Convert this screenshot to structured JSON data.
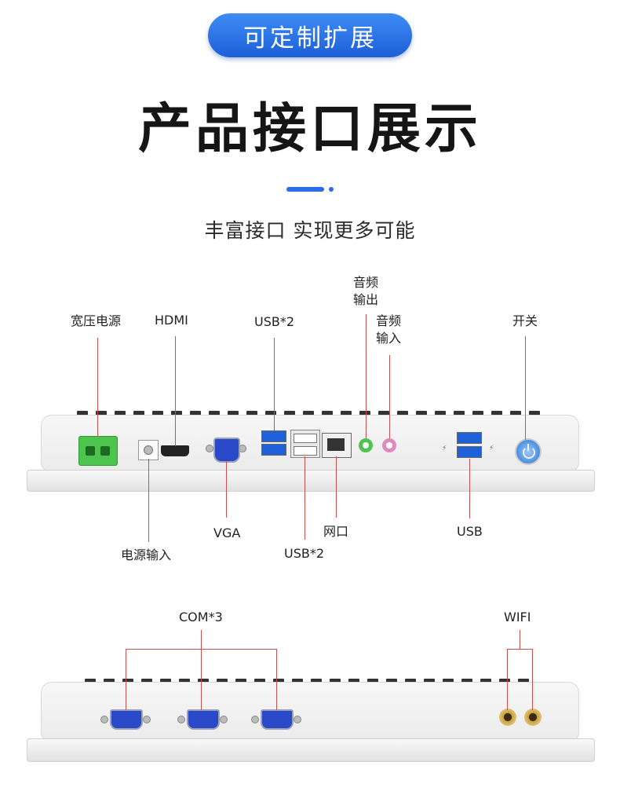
{
  "header": {
    "badge": "可定制扩展",
    "title": "产品接口展示",
    "subtitle": "丰富接口 实现更多可能"
  },
  "top_panel_labels": {
    "wide_voltage_power": "宽压电源",
    "hdmi": "HDMI",
    "usb_top": "USB*2",
    "audio_out": "音频\n输出",
    "audio_in": "音频\n输入",
    "power_switch": "开关",
    "power_input": "电源输入",
    "vga": "VGA",
    "usb_bottom": "USB*2",
    "lan": "网口",
    "usb_right": "USB"
  },
  "bottom_panel_labels": {
    "com": "COM*3",
    "wifi": "WIFI"
  },
  "colors": {
    "accent": "#2a6de5",
    "callout_line": "#c9504f",
    "connector_green": "#4cc44e",
    "vga_blue": "#2a49c9",
    "usb_blue": "#2060d8"
  }
}
